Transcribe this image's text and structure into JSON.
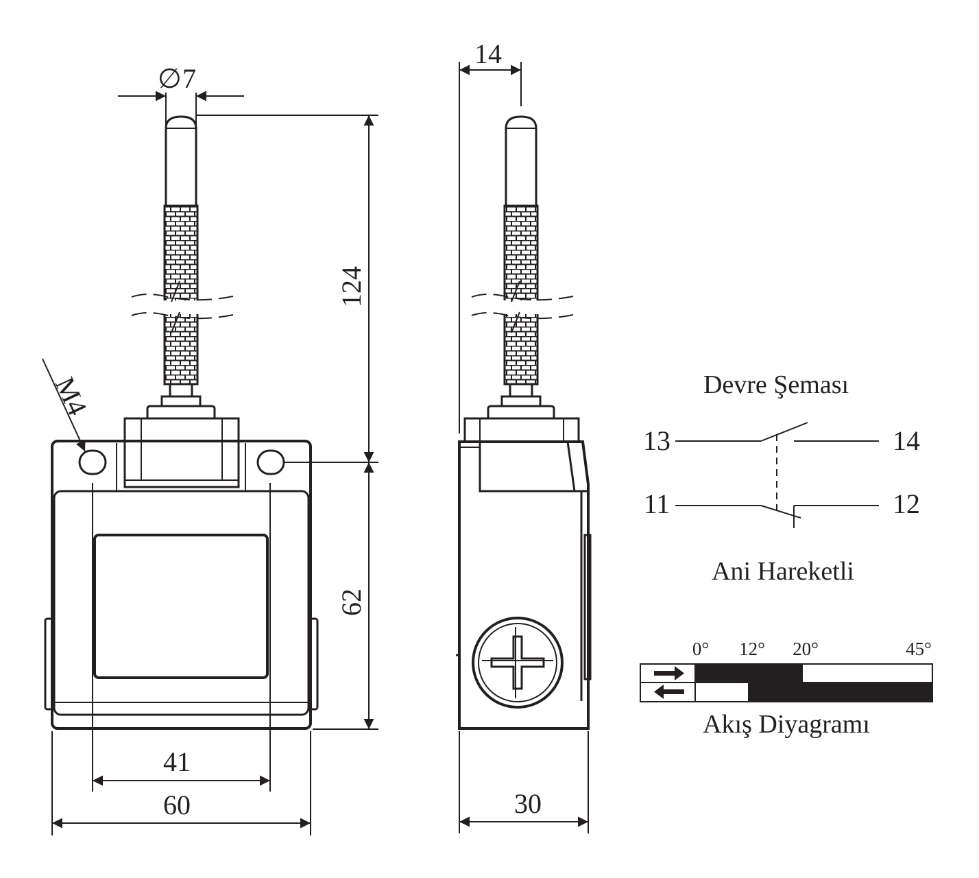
{
  "dimensions": {
    "rod_diameter": "7",
    "rod_offset": "14",
    "total_height_top": "124",
    "body_height": "62",
    "hole_spacing": "41",
    "body_width": "60",
    "body_depth": "30",
    "thread": "M4",
    "diameter_symbol": "∅"
  },
  "circuit": {
    "title": "Devre Şeması",
    "terminals": {
      "t13": "13",
      "t14": "14",
      "t11": "11",
      "t12": "12"
    },
    "type_label": "Ani Hareketli"
  },
  "flow": {
    "title": "Akış Diyagramı",
    "angles": [
      "0°",
      "12°",
      "20°",
      "45°"
    ],
    "rows": [
      {
        "direction": "forward",
        "on_from_deg": 0,
        "on_to_deg": 20
      },
      {
        "direction": "return",
        "on_from_deg": 12,
        "on_to_deg": 45
      }
    ]
  },
  "colors": {
    "ink": "#231f20",
    "paper": "#ffffff"
  }
}
